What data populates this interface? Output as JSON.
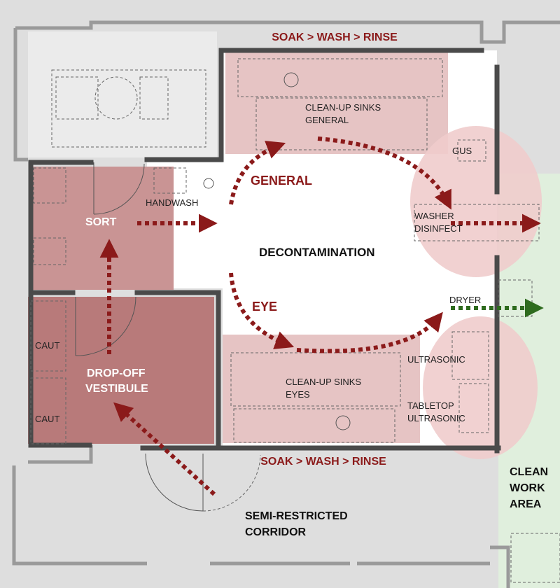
{
  "labels": {
    "soak_top": "SOAK > WASH > RINSE",
    "soak_bottom": "SOAK > WASH > RINSE",
    "sinks_general_1": "CLEAN-UP SINKS",
    "sinks_general_2": "GENERAL",
    "general": "GENERAL",
    "gus": "GUS",
    "handwash": "HANDWASH",
    "sort": "SORT",
    "washer_1": "WASHER",
    "washer_2": "DISINFECT",
    "decon": "DECONTAMINATION",
    "eye": "EYE",
    "dryer": "DRYER",
    "caut_top": "CAUT",
    "caut_bottom": "CAUT",
    "dropoff_1": "DROP-OFF",
    "dropoff_2": "VESTIBULE",
    "ultrasonic": "ULTRASONIC",
    "sinks_eyes_1": "CLEAN-UP SINKS",
    "sinks_eyes_2": "EYES",
    "tabletop_1": "TABLETOP",
    "tabletop_2": "ULTRASONIC",
    "clean_1": "CLEAN",
    "clean_2": "WORK",
    "clean_3": "AREA",
    "corridor_1": "SEMI-RESTRICTED",
    "corridor_2": "CORRIDOR"
  },
  "colors": {
    "dirty_zone": "#b87a7a",
    "dirty_zone_light": "#ddb8b8",
    "washer_zone": "#f2cfcf",
    "clean_zone": "#e0efdd",
    "grey_zone": "#dcdcdc",
    "dirty_arrow": "#8b1a1a",
    "clean_arrow": "#2e6b1e"
  }
}
